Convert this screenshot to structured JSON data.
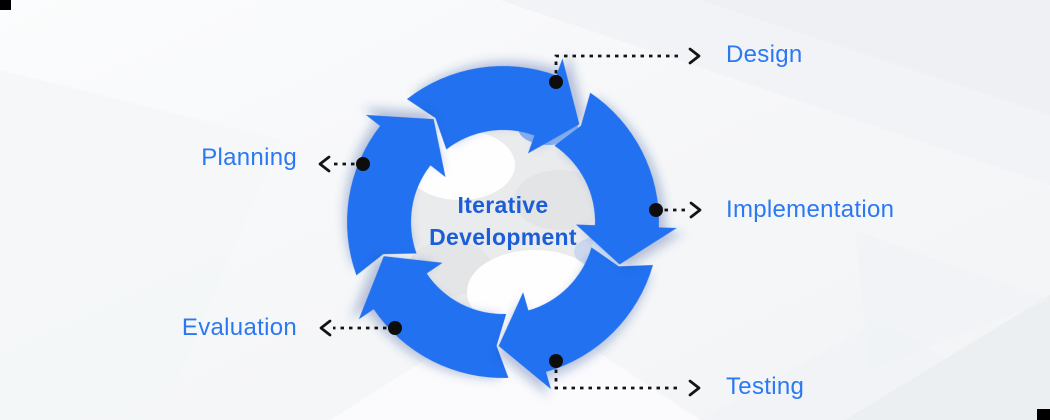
{
  "diagram": {
    "title": "Iterative Development",
    "title_lines": [
      "Iterative",
      "Development"
    ],
    "stages": [
      {
        "id": "design",
        "label": "Design",
        "side": "right"
      },
      {
        "id": "implementation",
        "label": "Implementation",
        "side": "right"
      },
      {
        "id": "testing",
        "label": "Testing",
        "side": "right"
      },
      {
        "id": "evaluation",
        "label": "Evaluation",
        "side": "left"
      },
      {
        "id": "planning",
        "label": "Planning",
        "side": "left"
      }
    ],
    "colors": {
      "ring_blue": "#2371F0",
      "title_blue": "#1C5DD8",
      "label_blue": "#2B79F2",
      "connector_black": "#141414",
      "background": "#F7F8FA"
    }
  }
}
